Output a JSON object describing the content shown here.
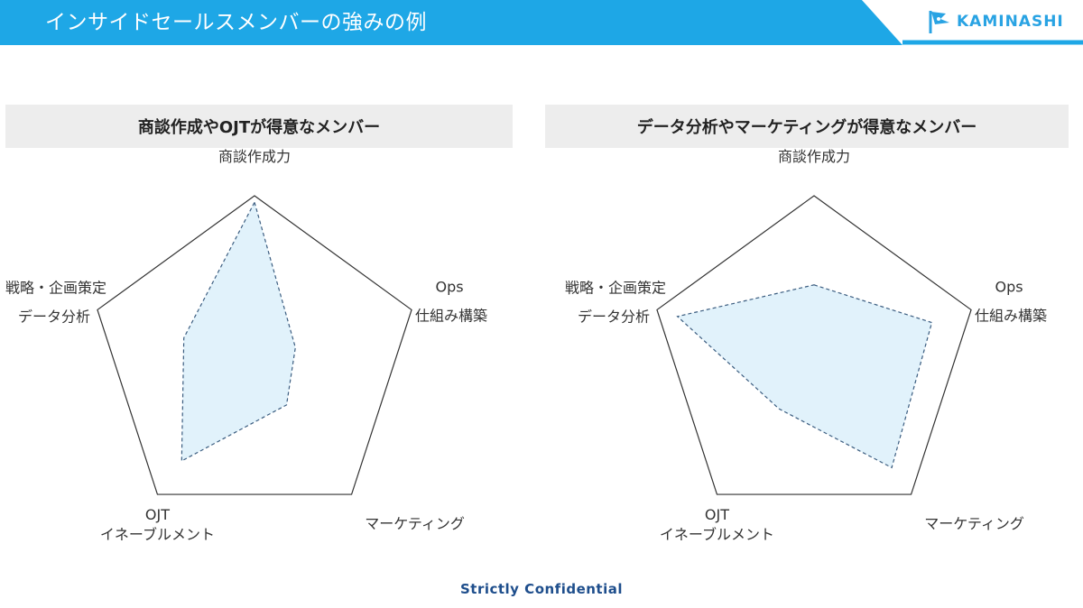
{
  "header": {
    "title": "インサイドセールスメンバーの強みの例"
  },
  "logo": {
    "text": "KAMINASHI",
    "icon": "flag-mascot-icon"
  },
  "colors": {
    "header": "#1ea7e6",
    "fill": "#e1f2fb",
    "stroke": "#3b5d80",
    "outline": "#333333"
  },
  "chart_data": [
    {
      "type": "radar",
      "title": "商談作成やOJTが得意なメンバー",
      "axes": [
        [
          "商談作成力"
        ],
        [
          "Ops",
          "仕組み構築"
        ],
        [
          "マーケティング"
        ],
        [
          "OJT",
          "イネーブルメント"
        ],
        [
          "戦略・企画策定",
          "データ分析"
        ]
      ],
      "values": [
        0.96,
        0.26,
        0.33,
        0.75,
        0.45
      ],
      "max": 1
    },
    {
      "type": "radar",
      "title": "データ分析やマーケティングが得意なメンバー",
      "axes": [
        [
          "商談作成力"
        ],
        [
          "Ops",
          "仕組み構築"
        ],
        [
          "マーケティング"
        ],
        [
          "OJT",
          "イネーブルメント"
        ],
        [
          "戦略・企画策定",
          "データ分析"
        ]
      ],
      "values": [
        0.46,
        0.75,
        0.8,
        0.36,
        0.87
      ],
      "max": 1
    }
  ],
  "footer": {
    "text": "Strictly Confidential"
  }
}
